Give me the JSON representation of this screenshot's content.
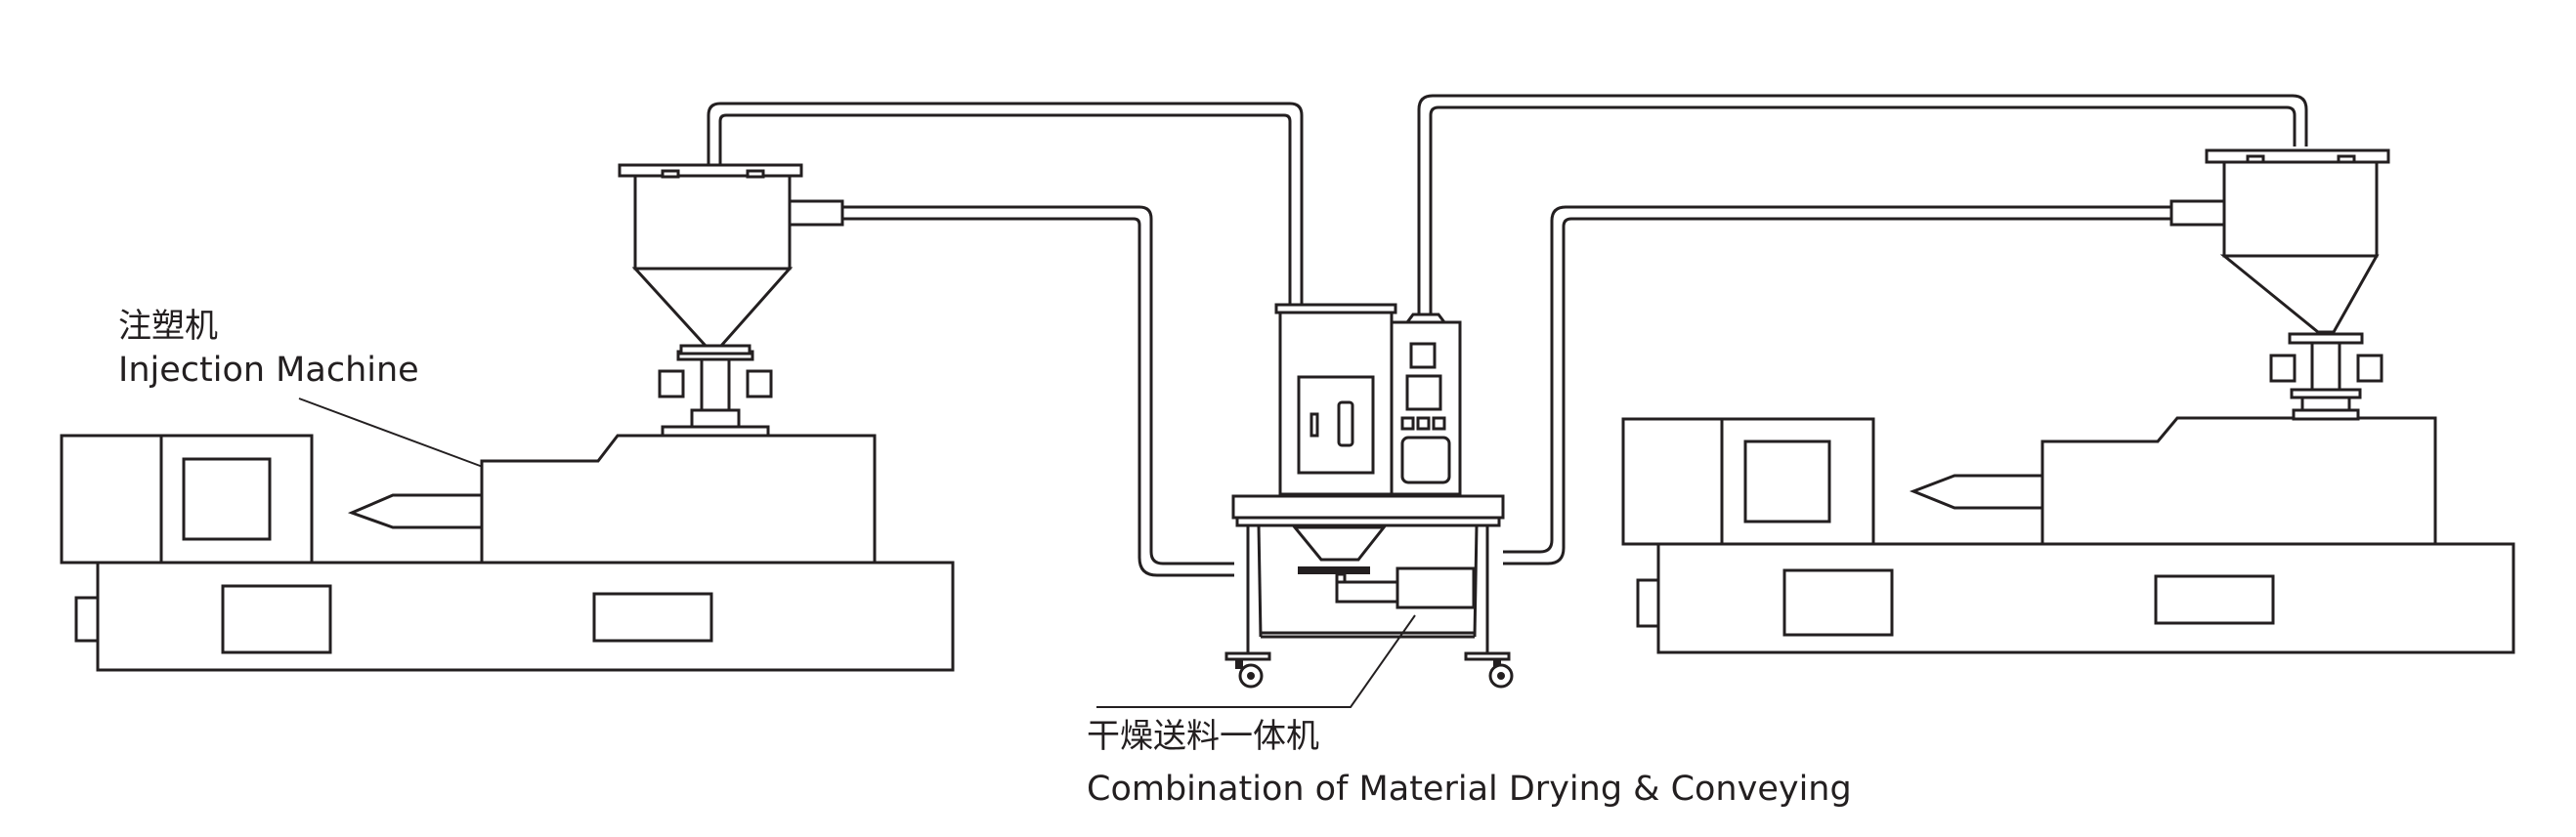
{
  "labels": {
    "injection_machine_cn": "注塑机",
    "injection_machine_en": "Injection Machine",
    "combo_unit_cn": "干燥送料一体机",
    "combo_unit_en": "Combination of Material Drying & Conveying"
  },
  "colors": {
    "line": "#231f20",
    "background": "#ffffff"
  }
}
